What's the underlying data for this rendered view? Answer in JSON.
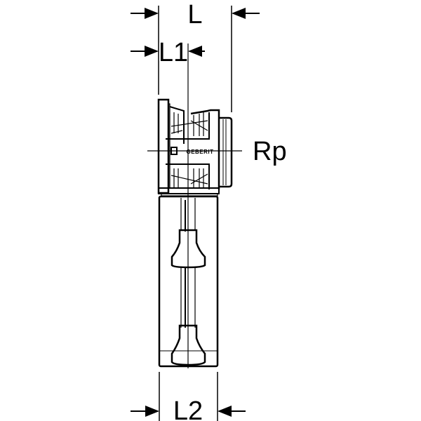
{
  "dimensions": {
    "overall_length": "L",
    "length_1": "L1",
    "length_2": "L2",
    "thread": "Rp"
  },
  "brand_mark": "GEBERIT",
  "colors": {
    "line": "#000000",
    "background": "#ffffff"
  }
}
